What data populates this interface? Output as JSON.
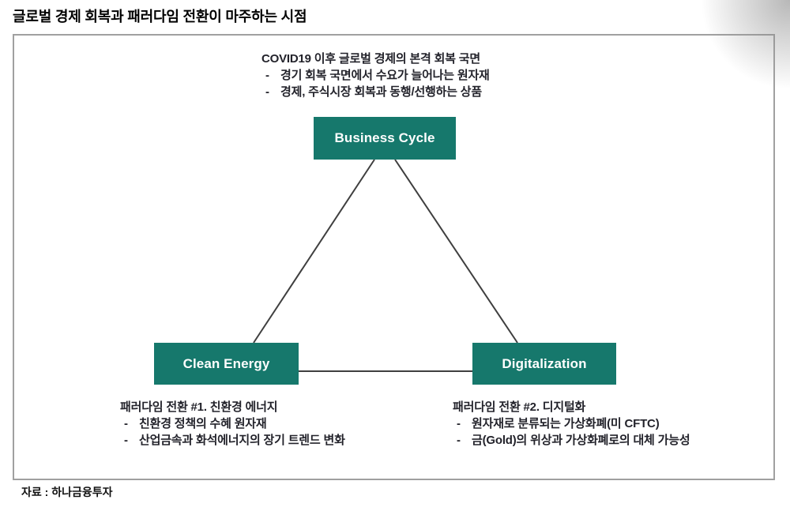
{
  "page": {
    "title": "글로벌 경제 회복과 패러다임 전환이 마주하는 시점",
    "source": "자료 : 하나금융투자"
  },
  "diagram": {
    "dash": "-",
    "top_note": {
      "heading": "COVID19 이후 글로벌 경제의 본격 회복 국면",
      "bullets": [
        "경기 회복 국면에서 수요가 늘어나는 원자재",
        "경제, 주식시장 회복과 동행/선행하는 상품"
      ]
    },
    "nodes": {
      "business_cycle": "Business Cycle",
      "clean_energy": "Clean Energy",
      "digitalization": "Digitalization"
    },
    "left_note": {
      "heading": "패러다임 전환 #1. 친환경 에너지",
      "bullets": [
        "친환경 정책의 수혜 원자재",
        "산업금속과 화석에너지의 장기 트렌드 변화"
      ]
    },
    "right_note": {
      "heading": "패러다임 전환 #2. 디지털화",
      "bullets": [
        "원자재로 분류되는 가상화폐(미 CFTC)",
        "금(Gold)의 위상과 가상화폐로의 대체 가능성"
      ]
    },
    "colors": {
      "node_fill": "#16786c",
      "node_text": "#ffffff",
      "edge_line": "#3f3f3f",
      "frame_border": "#a0a0a0",
      "body_text": "#23232b"
    }
  }
}
